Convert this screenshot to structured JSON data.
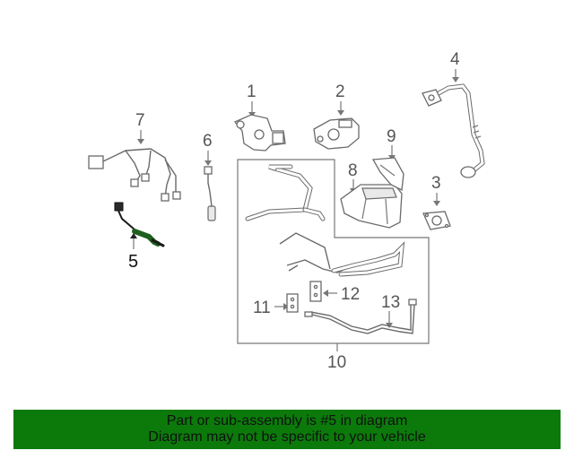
{
  "diagram": {
    "callouts": [
      "1",
      "2",
      "3",
      "4",
      "5",
      "6",
      "7",
      "8",
      "9",
      "10",
      "11",
      "12",
      "13"
    ],
    "highlighted_callout": "5"
  },
  "banner": {
    "line1": "Part or sub-assembly is #5 in diagram",
    "line2": "Diagram may not be specific to your vehicle",
    "background": "#0b7a0b"
  }
}
